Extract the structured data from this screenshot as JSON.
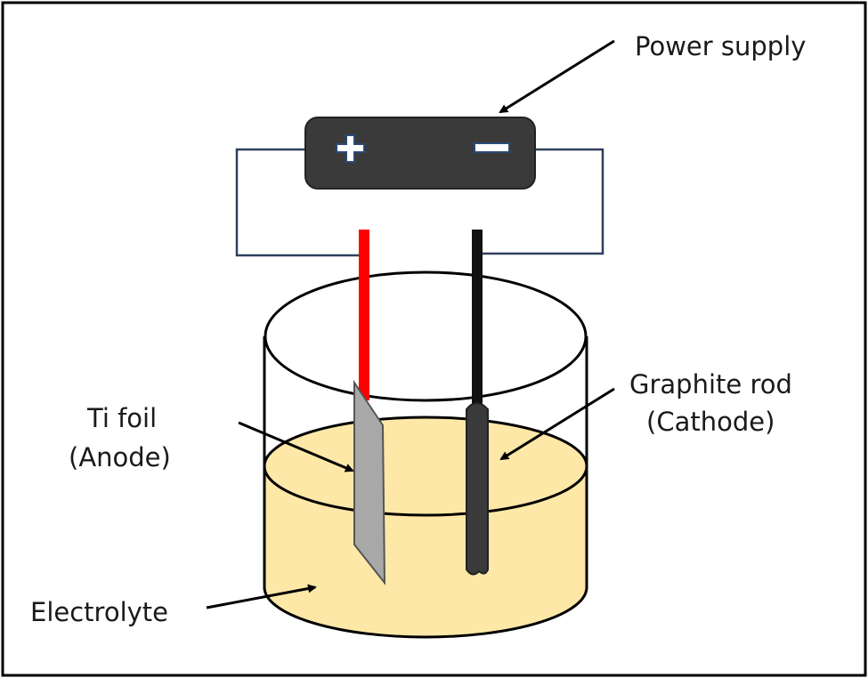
{
  "labels": {
    "power_supply": "Power supply",
    "graphite_rod_line1": "Graphite rod",
    "graphite_rod_line2": "(Cathode)",
    "ti_foil_line1": "Ti foil",
    "ti_foil_line2": "(Anode)",
    "electrolyte": "Electrolyte"
  },
  "terminals": {
    "positive": "+",
    "negative": "−"
  },
  "colors": {
    "electrolyte": "#fde8a8",
    "power_supply_body": "#3a3a3a",
    "anode_wire": "#ff0000",
    "cathode_wire": "#111111",
    "circuit_wire": "#2e3f5c",
    "ti_foil": "#a8a8a8",
    "graphite_rod": "#3a3a3a",
    "terminal_outline": "#2b4a78"
  }
}
